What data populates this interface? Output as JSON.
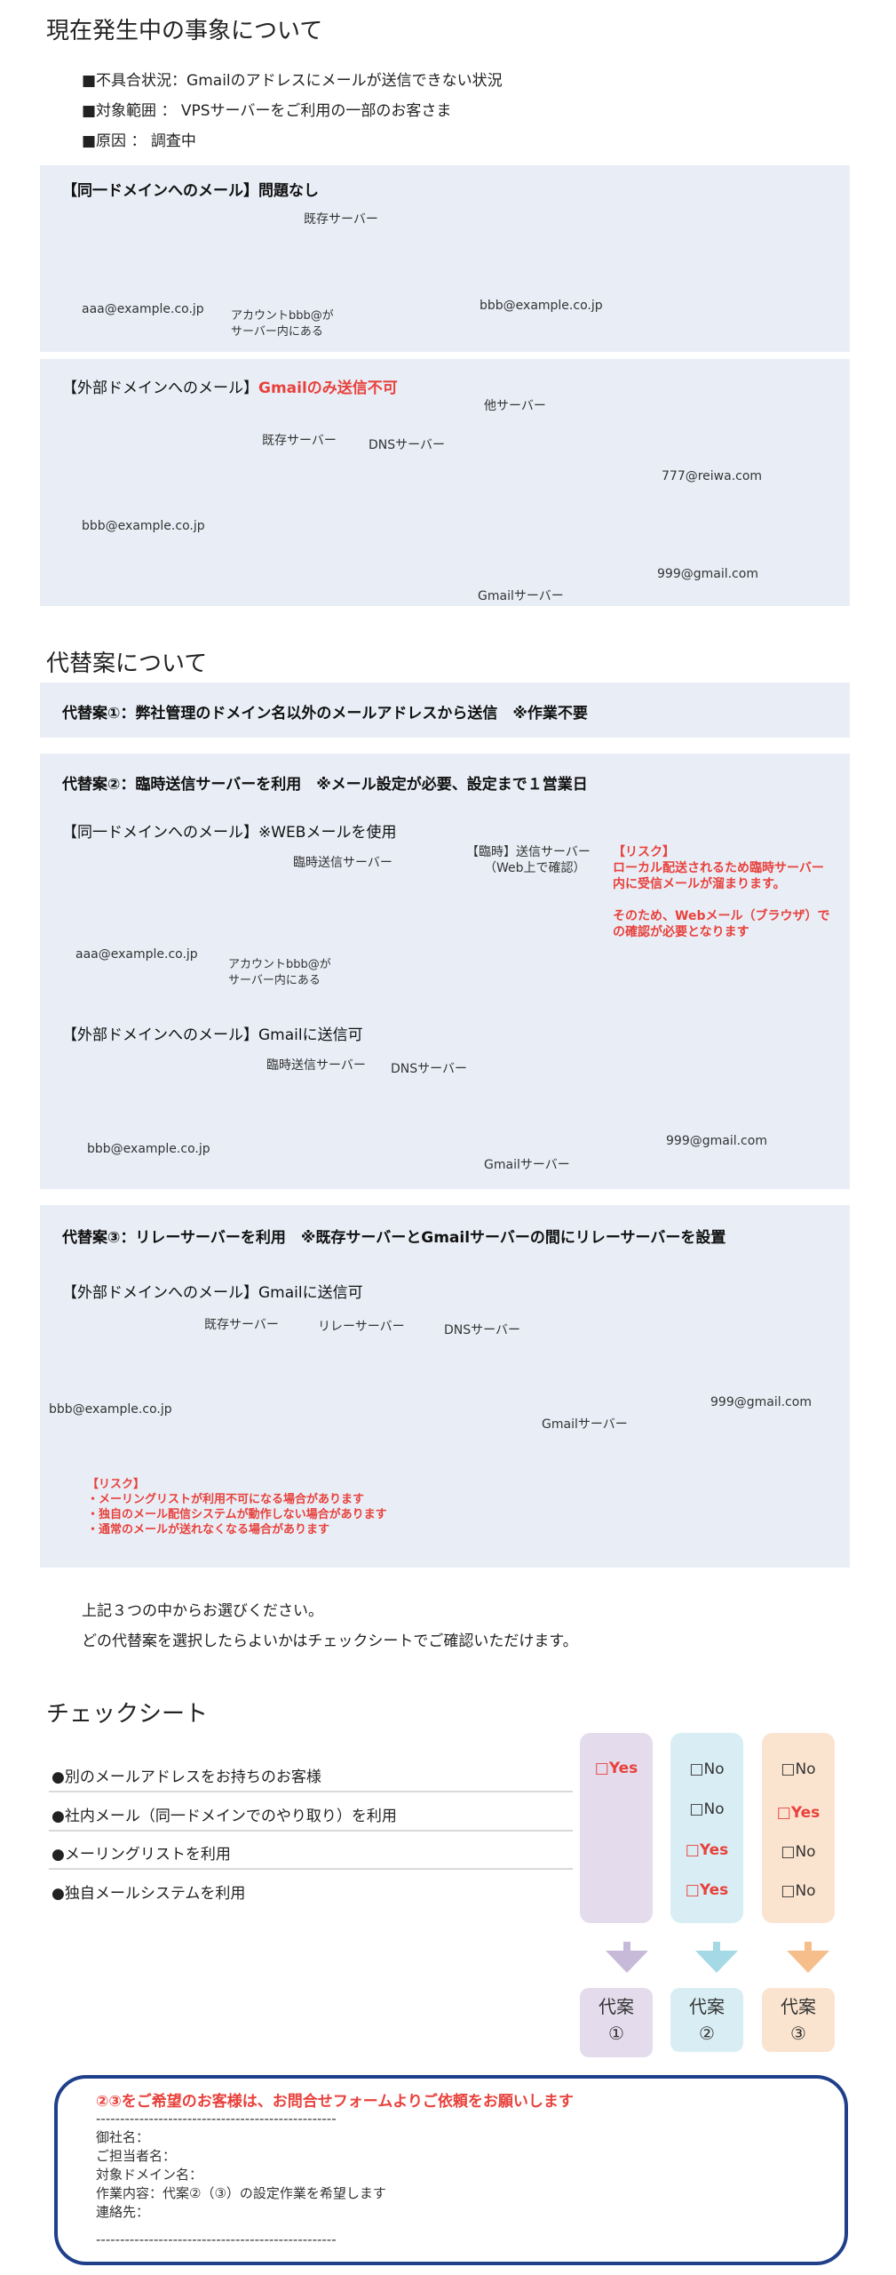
{
  "colors": {
    "accent_blue": "#1f4e9b",
    "red": "#e8413c",
    "panel": "#e9eef6",
    "purple": "#e4dcec",
    "cyan": "#d9eef4",
    "orange": "#fbe4cf"
  },
  "section1": {
    "title": "現在発生中の事象について",
    "bullets": [
      "■不具合状況：Gmailのアドレスにメールが送信できない状況",
      "■対象範囲 ： VPSサーバーをご利用の一部のお客さま",
      "■原因 ： 調査中"
    ],
    "diagram1": {
      "title_prefix": "【同一ドメインへのメール】",
      "title_emph": "問題なし",
      "server_label": "既存サーバー",
      "from": "aaa@example.co.jp",
      "to": "bbb@example.co.jp",
      "callout": [
        "アカウントbbb@が",
        "サーバー内にある"
      ]
    },
    "diagram2": {
      "title_prefix": "【外部ドメインへのメール】",
      "title_emph": "Gmailのみ送信不可",
      "from": "bbb@example.co.jp",
      "server_label": "既存サーバー",
      "dns_label": "DNSサーバー",
      "other_label": "他サーバー",
      "gmail_label": "Gmailサーバー",
      "to1": "777@reiwa.com",
      "to2": "999@gmail.com"
    }
  },
  "section2": {
    "title": "代替案について",
    "alt1": "代替案①：弊社管理のドメイン名以外のメールアドレスから送信　※作業不要",
    "alt2": {
      "title": "代替案②：臨時送信サーバーを利用　※メール設定が必要、設定まで１営業日",
      "sub1": "【同一ドメインへのメール】※WEBメールを使用",
      "temp_label": "臨時送信サーバー",
      "cloud_label1": "【臨時】送信サーバー",
      "cloud_label2": "（Web上で確認）",
      "from": "aaa@example.co.jp",
      "callout": [
        "アカウントbbb@が",
        "サーバー内にある"
      ],
      "risk": [
        "【リスク】",
        "ローカル配送されるため臨時サーバー",
        "内に受信メールが溜まります。",
        "",
        "そのため、Webメール（ブラウザ）で",
        "の確認が必要となります"
      ],
      "sub2": "【外部ドメインへのメール】Gmailに送信可",
      "from2": "bbb@example.co.jp",
      "temp_label2": "臨時送信サーバー",
      "dns_label": "DNSサーバー",
      "gmail_label": "Gmailサーバー",
      "to": "999@gmail.com"
    },
    "alt3": {
      "title": "代替案③：リレーサーバーを利用　※既存サーバーとGmailサーバーの間にリレーサーバーを設置",
      "sub": "【外部ドメインへのメール】Gmailに送信可",
      "from": "bbb@example.co.jp",
      "server_label": "既存サーバー",
      "relay_label": "リレーサーバー",
      "dns_label": "DNSサーバー",
      "gmail_label": "Gmailサーバー",
      "to": "999@gmail.com",
      "risk": [
        "【リスク】",
        "・メーリングリストが利用不可になる場合があります",
        "・独自のメール配信システムが動作しない場合があります",
        "・通常のメールが送れなくなる場合があります"
      ]
    },
    "note": [
      "上記３つの中からお選びください。",
      "どの代替案を選択したらよいかはチェックシートでご確認いただけます。"
    ]
  },
  "checksheet": {
    "title": "チェックシート",
    "rows": [
      "●別のメールアドレスをお持ちのお客様",
      "●社内メール（同一ドメインでのやり取り）を利用",
      "●メーリングリストを利用",
      "●独自メールシステムを利用"
    ],
    "col1": [
      "□Yes",
      "",
      "",
      ""
    ],
    "col2": [
      "□No",
      "□No",
      "□Yes",
      "□Yes"
    ],
    "col3": [
      "□No",
      "□Yes",
      "□No",
      "□No"
    ],
    "plans": [
      [
        "代案",
        "①"
      ],
      [
        "代案",
        "②"
      ],
      [
        "代案",
        "③"
      ]
    ]
  },
  "form": {
    "title": "②③をご希望のお客様は、お問合せフォームよりご依頼をお願いします",
    "divider": "--------------------------------------------------",
    "lines": [
      "御社名：",
      "ご担当者名：",
      "対象ドメイン名：",
      "作業内容：代案②（③）の設定作業を希望します",
      "連絡先："
    ]
  }
}
